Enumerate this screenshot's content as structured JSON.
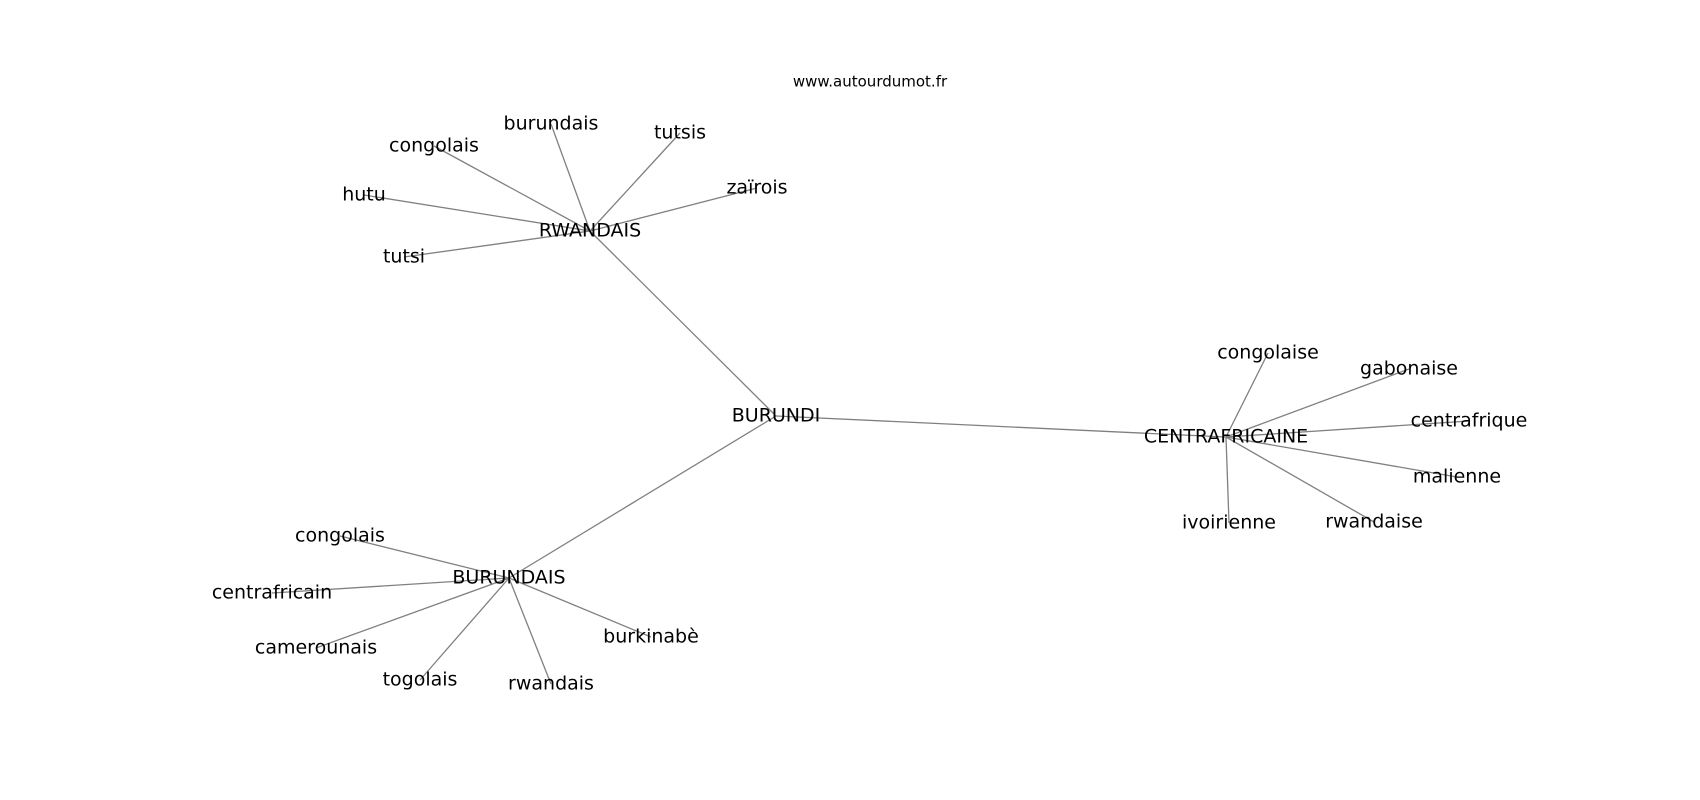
{
  "source": "www.autourdumot.fr",
  "colors": {
    "edge": "#808080",
    "text": "#000000",
    "background": "#ffffff"
  },
  "nodes": [
    {
      "id": "burundi",
      "label": "BURUNDI"
    },
    {
      "id": "rwandais_hub",
      "label": "RWANDAIS"
    },
    {
      "id": "burundais_hub",
      "label": "BURUNDAIS"
    },
    {
      "id": "centrafricaine_hub",
      "label": "CENTRAFRICAINE"
    },
    {
      "id": "r_congolais",
      "label": "congolais"
    },
    {
      "id": "r_burundais",
      "label": "burundais"
    },
    {
      "id": "r_tutsis",
      "label": "tutsis"
    },
    {
      "id": "r_zairois",
      "label": "zaïrois"
    },
    {
      "id": "r_hutu",
      "label": "hutu"
    },
    {
      "id": "r_tutsi",
      "label": "tutsi"
    },
    {
      "id": "b_congolais",
      "label": "congolais"
    },
    {
      "id": "b_centrafricain",
      "label": "centrafricain"
    },
    {
      "id": "b_camerounais",
      "label": "camerounais"
    },
    {
      "id": "b_togolais",
      "label": "togolais"
    },
    {
      "id": "b_rwandais",
      "label": "rwandais"
    },
    {
      "id": "b_burkinabe",
      "label": "burkinabè"
    },
    {
      "id": "c_congolaise",
      "label": "congolaise"
    },
    {
      "id": "c_gabonaise",
      "label": "gabonaise"
    },
    {
      "id": "c_centrafrique",
      "label": "centrafrique"
    },
    {
      "id": "c_malienne",
      "label": "malienne"
    },
    {
      "id": "c_rwandaise",
      "label": "rwandaise"
    },
    {
      "id": "c_ivoirienne",
      "label": "ivoirienne"
    }
  ],
  "edges": [
    [
      "burundi",
      "rwandais_hub"
    ],
    [
      "burundi",
      "burundais_hub"
    ],
    [
      "burundi",
      "centrafricaine_hub"
    ],
    [
      "rwandais_hub",
      "r_congolais"
    ],
    [
      "rwandais_hub",
      "r_burundais"
    ],
    [
      "rwandais_hub",
      "r_tutsis"
    ],
    [
      "rwandais_hub",
      "r_zairois"
    ],
    [
      "rwandais_hub",
      "r_hutu"
    ],
    [
      "rwandais_hub",
      "r_tutsi"
    ],
    [
      "burundais_hub",
      "b_congolais"
    ],
    [
      "burundais_hub",
      "b_centrafricain"
    ],
    [
      "burundais_hub",
      "b_camerounais"
    ],
    [
      "burundais_hub",
      "b_togolais"
    ],
    [
      "burundais_hub",
      "b_rwandais"
    ],
    [
      "burundais_hub",
      "b_burkinabe"
    ],
    [
      "centrafricaine_hub",
      "c_congolaise"
    ],
    [
      "centrafricaine_hub",
      "c_gabonaise"
    ],
    [
      "centrafricaine_hub",
      "c_centrafrique"
    ],
    [
      "centrafricaine_hub",
      "c_malienne"
    ],
    [
      "centrafricaine_hub",
      "c_rwandaise"
    ],
    [
      "centrafricaine_hub",
      "c_ivoirienne"
    ]
  ]
}
